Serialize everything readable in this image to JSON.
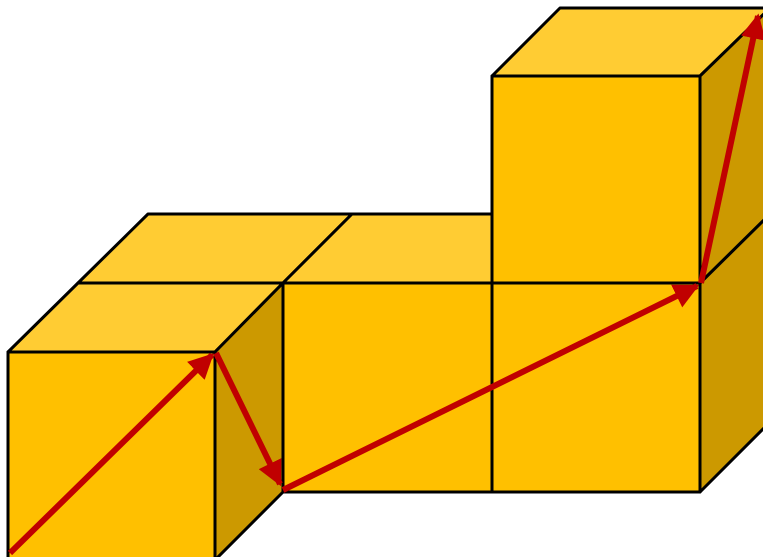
{
  "colors": {
    "cube_front": "#FFC000",
    "cube_top": "#FFCC33",
    "cube_side": "#CC9900",
    "edge": "#000000",
    "arrow": "#C00000",
    "background": "#FFFFFF"
  },
  "cubes": [
    {
      "name": "cube-front-left",
      "layer": "front",
      "column": 1,
      "row": 1
    },
    {
      "name": "cube-back-left",
      "layer": "back",
      "column": 1,
      "row": 1
    },
    {
      "name": "cube-middle",
      "layer": "back",
      "column": 2,
      "row": 1
    },
    {
      "name": "cube-right-bottom",
      "layer": "back",
      "column": 3,
      "row": 1
    },
    {
      "name": "cube-right-top",
      "layer": "back",
      "column": 3,
      "row": 2
    }
  ],
  "arrows": [
    {
      "name": "arrow-diagonal-front-face",
      "order": 1
    },
    {
      "name": "arrow-down-side-face",
      "order": 2
    },
    {
      "name": "arrow-across-middle-right-faces",
      "order": 3
    },
    {
      "name": "arrow-up-right-side-face",
      "order": 4
    }
  ]
}
